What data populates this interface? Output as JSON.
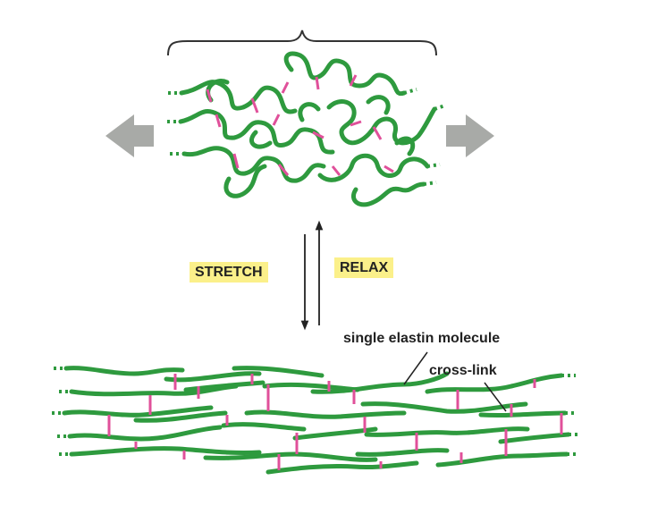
{
  "labels": {
    "stretch": "STRETCH",
    "relax": "RELAX",
    "molecule": "single elastin molecule",
    "crosslink": "cross-link"
  },
  "colors": {
    "fiber": "#2e9a3e",
    "crosslink": "#e0509a",
    "arrow": "#a8aaa7",
    "highlight": "#fbf08a",
    "text": "#222222"
  },
  "icons": [
    "left-arrow-icon",
    "right-arrow-icon",
    "up-arrow-icon",
    "down-arrow-icon"
  ]
}
